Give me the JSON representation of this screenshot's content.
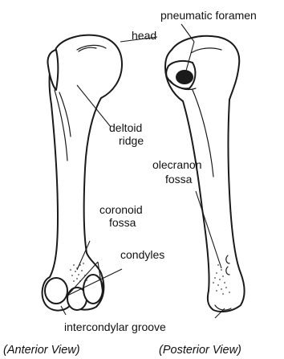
{
  "labels": {
    "pneumatic_foramen": "pneumatic foramen",
    "head": "head",
    "deltoid": "deltoid",
    "ridge": "ridge",
    "olecranon": "olecranon",
    "olecranon_fossa": "fossa",
    "coronoid": "coronoid",
    "coronoid_fossa": "fossa",
    "condyles": "condyles",
    "intercondylar_groove": "intercondylar groove",
    "anterior_view": "(Anterior View)",
    "posterior_view": "(Posterior View)"
  },
  "colors": {
    "ink": "#1a1a1a",
    "background": "#ffffff"
  }
}
